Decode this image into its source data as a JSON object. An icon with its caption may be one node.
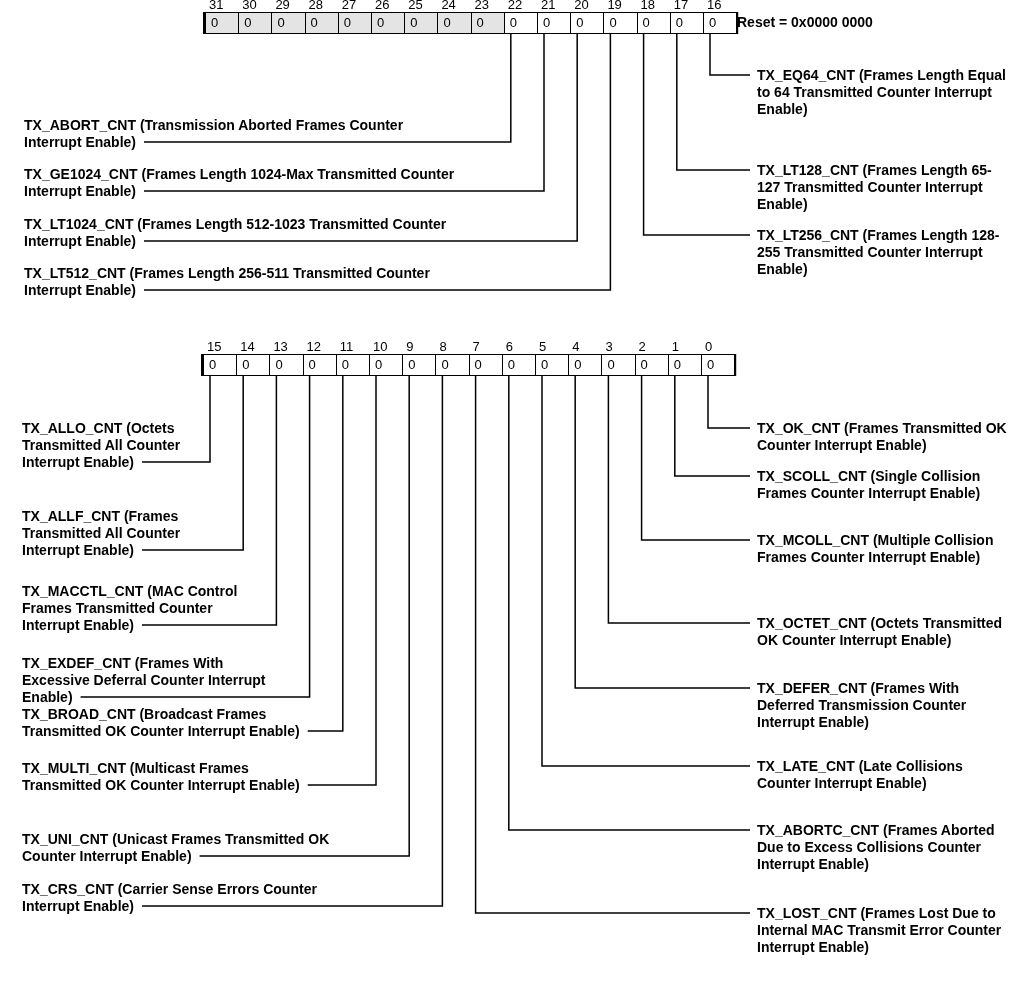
{
  "diagram": {
    "nodes": [
      {
        "text": [
          "0"
        ],
        "beside": [
          "31"
        ]
      },
      {
        "text": [
          "0"
        ],
        "beside": [
          "30"
        ]
      },
      {
        "text": [
          "0"
        ],
        "beside": [
          "29"
        ]
      },
      {
        "text": [
          "0"
        ],
        "beside": [
          "28"
        ]
      },
      {
        "text": [
          "0"
        ],
        "beside": [
          "27"
        ]
      },
      {
        "text": [
          "0"
        ],
        "beside": [
          "26"
        ]
      },
      {
        "text": [
          "0"
        ],
        "beside": [
          "25"
        ]
      },
      {
        "text": [
          "0"
        ],
        "beside": [
          "24"
        ]
      },
      {
        "text": [
          "0"
        ],
        "beside": [
          "23"
        ]
      },
      {
        "text": [
          "0"
        ],
        "beside": [
          "22"
        ]
      },
      {
        "text": [
          "0"
        ],
        "beside": [
          "21"
        ]
      },
      {
        "text": [
          "0"
        ],
        "beside": [
          "20"
        ]
      },
      {
        "text": [
          "0"
        ],
        "beside": [
          "19"
        ]
      },
      {
        "text": [
          "0"
        ],
        "beside": [
          "18"
        ]
      },
      {
        "text": [
          "0"
        ],
        "beside": [
          "17"
        ]
      },
      {
        "text": [
          "0"
        ],
        "beside": [
          "16"
        ]
      },
      {
        "text": [
          "TX_ABORT_CNT (Transmission Aborted Frames Counter Interrupt Enable)"
        ]
      },
      {
        "text": [
          "TX_GE1024_CNT (Frames Length 1024-Max Transmitted Counter Interrupt Enable)"
        ]
      },
      {
        "text": [
          "TX_LT1024_CNT (Frames Length 512-1023 Transmitted Counter Interrupt Enable)"
        ]
      },
      {
        "text": [
          "TX_LT512_CNT (Frames Length 256-511 Transmitted Counter Interrupt Enable)"
        ]
      },
      {
        "text": [
          "TX_EQ64_CNT (Frames Length Equal to 64 Transmitted Counter Interrupt Enable)"
        ]
      },
      {
        "text": [
          "TX_LT128_CNT (Frames Length 65-127 Transmitted Counter Interrupt Enable)"
        ]
      },
      {
        "text": [
          "TX_LT256_CNT (Frames Length 128-255 Transmitted Counter Interrupt Enable)"
        ]
      },
      {
        "text": [
          "0"
        ],
        "beside": [
          "15"
        ]
      },
      {
        "text": [
          "0"
        ],
        "beside": [
          "14"
        ]
      },
      {
        "text": [
          "0"
        ],
        "beside": [
          "13"
        ]
      },
      {
        "text": [
          "0"
        ],
        "beside": [
          "12"
        ]
      },
      {
        "text": [
          "0"
        ],
        "beside": [
          "11"
        ]
      },
      {
        "text": [
          "0"
        ],
        "beside": [
          "10"
        ]
      },
      {
        "text": [
          "0"
        ],
        "beside": [
          "9"
        ]
      },
      {
        "text": [
          "0"
        ],
        "beside": [
          "8"
        ]
      },
      {
        "text": [
          "0"
        ],
        "beside": [
          "7"
        ]
      },
      {
        "text": [
          "0"
        ],
        "beside": [
          "6"
        ]
      },
      {
        "text": [
          "0"
        ],
        "beside": [
          "5"
        ]
      },
      {
        "text": [
          "0"
        ],
        "beside": [
          "4"
        ]
      },
      {
        "text": [
          "0"
        ],
        "beside": [
          "3"
        ]
      },
      {
        "text": [
          "0"
        ],
        "beside": [
          "2"
        ]
      },
      {
        "text": [
          "0"
        ],
        "beside": [
          "1"
        ]
      },
      {
        "text": [
          "0"
        ],
        "beside": [
          "0"
        ]
      },
      {
        "text": [
          "TX_ALLO_CNT (Octets Transmitted All Counter Interrupt Enable)"
        ]
      },
      {
        "text": [
          "TX_ALLF_CNT (Frames Transmitted All Counter Interrupt Enable)"
        ]
      },
      {
        "text": [
          "TX_MACCTL_CNT (MAC Control Frames Transmitted Counter Interrupt Enable)"
        ]
      },
      {
        "text": [
          "TX_EXDEF_CNT (Frames With Excessive Deferral Counter Interrupt Enable)"
        ]
      },
      {
        "text": [
          "TX_BROAD_CNT (Broadcast Frames Transmitted OK Counter Interrupt Enable)"
        ]
      },
      {
        "text": [
          "TX_MULTI_CNT (Multicast Frames Transmitted OK Counter Interrupt Enable)"
        ]
      },
      {
        "text": [
          "TX_UNI_CNT (Unicast Frames Transmitted OK Counter Interrupt Enable)"
        ]
      },
      {
        "text": [
          "TX_CRS_CNT (Carrier Sense Errors Counter Interrupt Enable)"
        ]
      },
      {
        "text": [
          "TX_OK_CNT (Frames Transmitted OK Counter Interrupt Enable)"
        ]
      },
      {
        "text": [
          "TX_SCOLL_CNT (Single Collision Frames Counter Interrupt Enable)"
        ]
      },
      {
        "text": [
          "TX_MCOLL_CNT (Multiple Collision Frames Counter Interrupt Enable)"
        ]
      },
      {
        "text": [
          "TX_OCTET_CNT (Octets Transmitted OK Counter Interrupt Enable)"
        ]
      },
      {
        "text": [
          "TX_DEFER_CNT (Frames With Deferred Transmission Counter Interrupt Enable)"
        ]
      },
      {
        "text": [
          "TX_LATE_CNT (Late Collisions Counter Interrupt Enable)"
        ]
      },
      {
        "text": [
          "TX_ABORTC_CNT (Frames Aborted Due to Excess Collisions Counter Interrupt Enable)"
        ]
      },
      {
        "text": [
          "TX_LOST_CNT (Frames Lost Due to Internal MAC Transmit Error Counter Interrupt Enable)"
        ]
      }
    ],
    "edges": [
      {
        "from": 16,
        "to": 9,
        "arrow": "none"
      },
      {
        "from": 17,
        "to": 10,
        "arrow": "none"
      },
      {
        "from": 18,
        "to": 11,
        "arrow": "none"
      },
      {
        "from": 19,
        "to": 12,
        "arrow": "none"
      },
      {
        "from": 20,
        "to": 15,
        "arrow": "none"
      },
      {
        "from": 21,
        "to": 14,
        "arrow": "none"
      },
      {
        "from": 22,
        "to": 13,
        "arrow": "none"
      },
      {
        "from": 39,
        "to": 23,
        "arrow": "none"
      },
      {
        "from": 40,
        "to": 24,
        "arrow": "none"
      },
      {
        "from": 41,
        "to": 25,
        "arrow": "none"
      },
      {
        "from": 42,
        "to": 26,
        "arrow": "none"
      },
      {
        "from": 43,
        "to": 27,
        "arrow": "none"
      },
      {
        "from": 44,
        "to": 28,
        "arrow": "none"
      },
      {
        "from": 45,
        "to": 29,
        "arrow": "none"
      },
      {
        "from": 46,
        "to": 30,
        "arrow": "none"
      },
      {
        "from": 47,
        "to": 38,
        "arrow": "none"
      },
      {
        "from": 48,
        "to": 37,
        "arrow": "none"
      },
      {
        "from": 49,
        "to": 36,
        "arrow": "none"
      },
      {
        "from": 50,
        "to": 35,
        "arrow": "none"
      },
      {
        "from": 51,
        "to": 34,
        "arrow": "none"
      },
      {
        "from": 52,
        "to": 33,
        "arrow": "none"
      },
      {
        "from": 53,
        "to": 32,
        "arrow": "none"
      },
      {
        "from": 54,
        "to": 31,
        "arrow": "none"
      }
    ],
    "labels": [
      "Reset = 0x0000 0000"
    ]
  }
}
